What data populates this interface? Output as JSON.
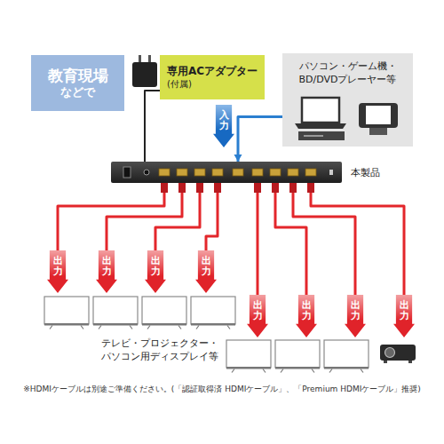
{
  "diagram": {
    "nodes": [
      {
        "text": [
          "教育現場",
          "などで"
        ]
      },
      {
        "text": [
          "専用ACアダプター",
          "(付属)"
        ]
      },
      {
        "text": [
          "パソコン・ゲーム機・ BD/DVDプレーヤー等"
        ]
      },
      {
        "text": [
          "本製品"
        ]
      }
    ],
    "edges": [
      {
        "from": 2,
        "to": 3,
        "arrow": "to",
        "label": "入力"
      },
      {
        "from": 1,
        "to": 3,
        "arrow": "none"
      }
    ],
    "labels": [
      "出力",
      "出力",
      "出力",
      "出力",
      "出力",
      "出力",
      "出力",
      "出力",
      "テレビ・プロジェクター・ パソコン用ディスプレイ等",
      "※HDMIケーブルは別途ご準備ください。(「認証取得済 HDMIケーブル」、「Premium HDMIケーブル」推奨)"
    ]
  }
}
